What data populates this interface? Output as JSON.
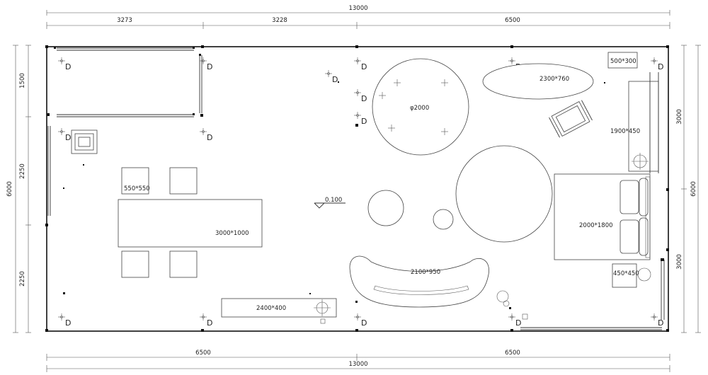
{
  "dimensions": {
    "top_total": "13000",
    "top_seg_1": "3273",
    "top_seg_2": "3228",
    "top_seg_3": "6500",
    "bottom_seg_1": "6500",
    "bottom_seg_2": "6500",
    "bottom_total": "13000",
    "left_seg_1": "1500",
    "left_seg_2": "2250",
    "left_seg_3": "2250",
    "left_total": "6000",
    "right_seg_1": "3000",
    "right_seg_2": "3000",
    "right_total": "6000"
  },
  "furniture_labels": {
    "cabinet_small": "500*300",
    "oval_table": "2300*760",
    "round_table": "φ2000",
    "sideboard": "1900*450",
    "chair_square": "550*550",
    "desk": "3000*1000",
    "bed": "2000*1800",
    "nightstand": "450*450",
    "sofa": "2100*950",
    "low_cabinet": "2400*400"
  },
  "level_marker": "0.100",
  "downlight_letter": "D",
  "colors": {
    "line": "#333333",
    "wall": "#111111",
    "background": "#ffffff"
  }
}
